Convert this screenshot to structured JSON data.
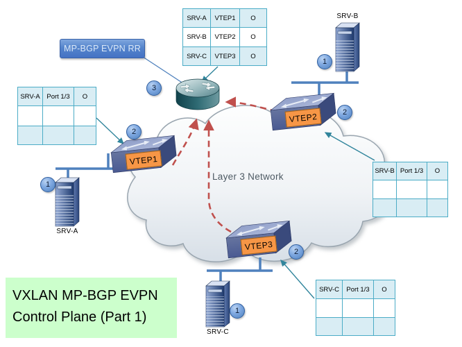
{
  "title_box": {
    "line1": "VXLAN MP-BGP EVPN",
    "line2": "Control Plane (Part 1)"
  },
  "rr_box": {
    "label": "MP-BGP EVPN RR"
  },
  "cloud": {
    "label": "Layer 3 Network"
  },
  "devices": {
    "vtep1": {
      "label": "VTEP1"
    },
    "vtep2": {
      "label": "VTEP2"
    },
    "vtep3": {
      "label": "VTEP3"
    },
    "srv_a": {
      "label": "SRV-A"
    },
    "srv_b": {
      "label": "SRV-B"
    },
    "srv_c": {
      "label": "SRV-C"
    }
  },
  "step_badges": {
    "one": "1",
    "two": "2",
    "three": "3"
  },
  "tables": {
    "vtep_mapping": {
      "rows": [
        [
          "SRV-A",
          "VTEP1",
          "O"
        ],
        [
          "SRV-B",
          "VTEP2",
          "O"
        ],
        [
          "SRV-C",
          "VTEP3",
          "O"
        ]
      ]
    },
    "vtep1_table": {
      "header": [
        "SRV-A",
        "Port 1/3",
        "O"
      ]
    },
    "vtep2_table": {
      "header": [
        "SRV-B",
        "Port 1/3",
        "O"
      ]
    },
    "vtep3_table": {
      "header": [
        "SRV-C",
        "Port 1/3",
        "O"
      ]
    }
  },
  "colors": {
    "table_border_teal": "#4BACC6",
    "table_fill_light": "#D9EDF4",
    "connector_blue": "#4F81BD",
    "teal_arrow": "#31859C",
    "dashed_red": "#C0504D",
    "vtep_label_orange": "#F79646",
    "rr_box_blue": "#4472C4",
    "title_green": "#CCFFCC"
  }
}
